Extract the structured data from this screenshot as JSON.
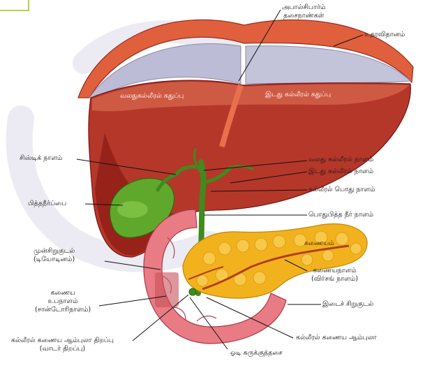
{
  "colors": {
    "liver_dark": "#8a1c16",
    "liver_mid": "#b73a2c",
    "liver_light": "#cf5a43",
    "diaphragm": "#e0603e",
    "membrane": "#b9b9d2",
    "gallbladder": "#5fa82c",
    "duct": "#3f8b1d",
    "pancreas": "#f2b21e",
    "duodenum": "#e87b83",
    "watermark": "#e9e9f1"
  },
  "labels": {
    "falciform": [
      "அபால்சிபார்ம்",
      "தசைநாண்கள்"
    ],
    "diaphragm": "உதரவிதானம்",
    "right_lobe": "வலதுகல்லீரல் கதுப்பு",
    "left_lobe": "இடது கல்லீரல் கதுப்பு",
    "cystic_duct": "சிஸ்டிக் நாளம்",
    "gallbladder": "பித்தநீர்ப்பை",
    "right_hepatic_duct": "வலது கல்லீரல் நாளம்",
    "left_hepatic_duct": "இடது கல்லீரல் நாளம்",
    "common_hepatic_duct": "கல்லீரல் பொது நாளம்",
    "common_bile_duct": "பொதுபித்த நீர் நாளம்",
    "pancreas": "கணையம்",
    "duodenum": [
      "முன்சிறுகுடல்",
      "(டியோடினம்)"
    ],
    "pancreatic_duct": [
      "கணையநாளம்",
      "(விர்சங் நாளம்)"
    ],
    "accessory_duct": [
      "கணைய",
      "உபநாளம்",
      "(சான்டோரிநாளம்)"
    ],
    "small_intestine": "இடைச் சிறுகுடல்",
    "ampulla": "கல்லீரல் கணைய ஆம்புலா",
    "ampulla_opening": [
      "கல்லீரல் கணைய ஆம்புலா திறப்பு",
      "(வாடர் திறப்பு)"
    ],
    "sphincter": "ஓடி சுருக்குத்தசை"
  }
}
